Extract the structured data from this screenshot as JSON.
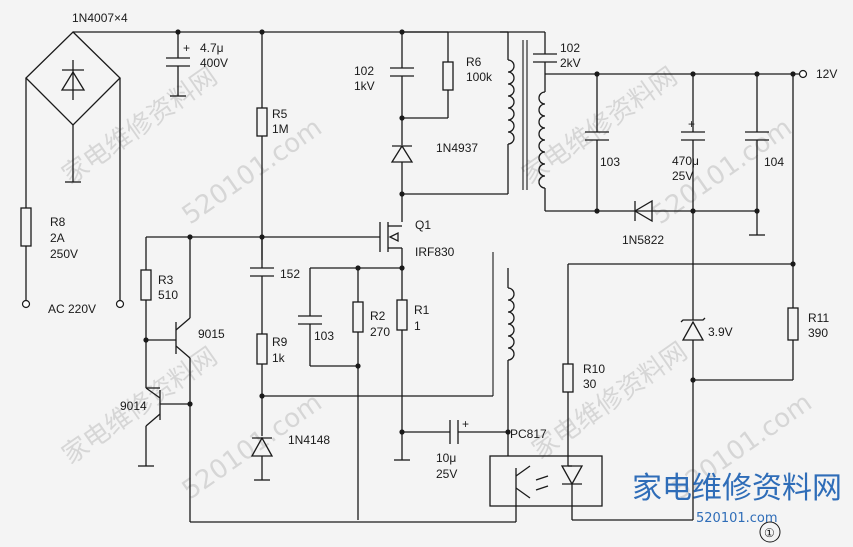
{
  "labels": {
    "bridge": "1N4007×4",
    "c_bulk_val": "4.7μ",
    "c_bulk_v": "400V",
    "c102a_val": "102",
    "c102a_v": "1kV",
    "r6": "R6",
    "r6_val": "100k",
    "c102b_val": "102",
    "c102b_v": "2kV",
    "out12": "12V",
    "r5": "R5",
    "r5_val": "1M",
    "d1n4937": "1N4937",
    "c103a": "103",
    "c470_val": "470μ",
    "c470_v": "25V",
    "c104": "104",
    "q1": "Q1",
    "q1_part": "IRF830",
    "d1n5822": "1N5822",
    "r8": "R8",
    "r8_i": "2A",
    "r8_v": "250V",
    "r3": "R3",
    "r3_val": "510",
    "c152": "152",
    "r2": "R2",
    "r2_val": "270",
    "r1": "R1",
    "r1_val": "1",
    "c103b": "103",
    "q9015": "9015",
    "dz": "3.9V",
    "r11": "R11",
    "r11_val": "390",
    "r9": "R9",
    "r9_val": "1k",
    "r10": "R10",
    "r10_val": "30",
    "q9014": "9014",
    "ac": "AC 220V",
    "d1n4148": "1N4148",
    "c10_val": "10μ",
    "c10_v": "25V",
    "pc817": "PC817",
    "fig": "①"
  },
  "watermark": {
    "text": "家电维修资料网",
    "url": "520101.com",
    "brand": "家电维修资料网",
    "brand_url": "520101.com"
  },
  "colors": {
    "ink": "#1a1a1a",
    "brand": "#2f6db8",
    "watermark": "#bfbfbf"
  }
}
